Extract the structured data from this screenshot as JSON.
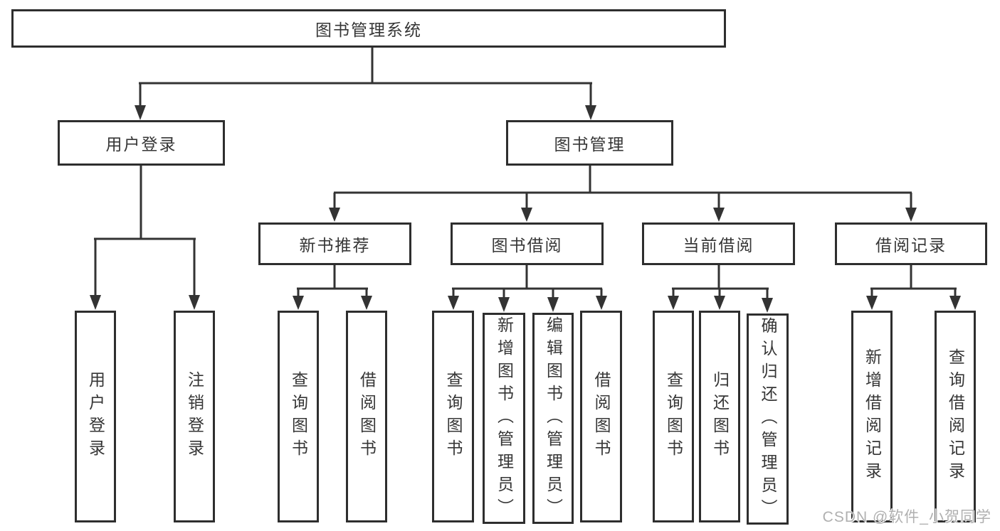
{
  "diagram_title": "图书管理系统",
  "nodes": {
    "root": {
      "label": "图书管理系统"
    },
    "user_login": {
      "label": "用户登录"
    },
    "book_mgmt": {
      "label": "图书管理"
    },
    "new_books": {
      "label": "新书推荐"
    },
    "book_borrow": {
      "label": "图书借阅"
    },
    "current_borrow": {
      "label": "当前借阅"
    },
    "borrow_records": {
      "label": "借阅记录"
    },
    "leaf_user_login": {
      "label": "用户登录"
    },
    "leaf_logout": {
      "label": "注销登录"
    },
    "leaf_query_books_1": {
      "label": "查询图书"
    },
    "leaf_borrow_books_1": {
      "label": "借阅图书"
    },
    "leaf_query_books_2": {
      "label": "查询图书"
    },
    "leaf_add_books": {
      "label": "新增图书（管理员）"
    },
    "leaf_edit_books": {
      "label": "编辑图书（管理员）"
    },
    "leaf_borrow_books_2": {
      "label": "借阅图书"
    },
    "leaf_query_books_3": {
      "label": "查询图书"
    },
    "leaf_return_books": {
      "label": "归还图书"
    },
    "leaf_confirm_return": {
      "label": "确认归还（管理员）"
    },
    "leaf_add_record": {
      "label": "新增借阅记录"
    },
    "leaf_query_record": {
      "label": "查询借阅记录"
    }
  },
  "hierarchy": {
    "图书管理系统": {
      "用户登录": [
        "用户登录",
        "注销登录"
      ],
      "图书管理": {
        "新书推荐": [
          "查询图书",
          "借阅图书"
        ],
        "图书借阅": [
          "查询图书",
          "新增图书（管理员）",
          "编辑图书（管理员）",
          "借阅图书"
        ],
        "当前借阅": [
          "查询图书",
          "归还图书",
          "确认归还（管理员）"
        ],
        "借阅记录": [
          "新增借阅记录",
          "查询借阅记录"
        ]
      }
    }
  },
  "watermark": {
    "text": "CSDN @软件_小贺同学"
  },
  "colors": {
    "line": "#333333",
    "box_border": "#2e2e2e",
    "text": "#363636",
    "watermark": "#b0b0b0",
    "background": "#ffffff"
  }
}
